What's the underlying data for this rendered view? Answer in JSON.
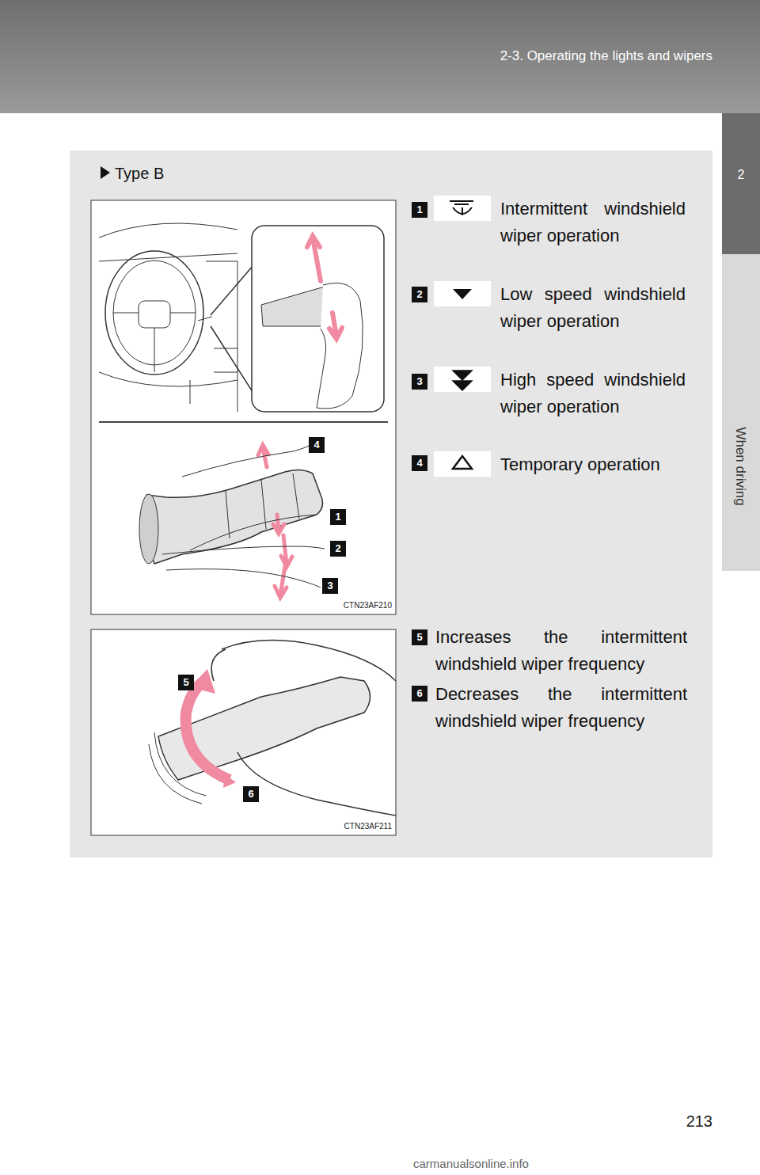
{
  "diagram": {
    "nodes": [
      {
        "text": [
          "2-3. Operating the lights and wipers"
        ]
      },
      {
        "text": [
          "2"
        ]
      },
      {
        "text": [
          "Type B",
          "Intermittent windshield wiper operation",
          "Low speed windshield wiper operation",
          "High speed windshield wiper operation",
          "Temporary operation",
          "Increases the intermittent windshield wiper frequency",
          "Decreases the intermittent windshield wiper frequency"
        ]
      }
    ],
    "labels": [
      "When driving",
      "4",
      "1",
      "2",
      "3",
      "CTN23AF210",
      "5",
      "6",
      "CTN23AF211",
      "1",
      "2",
      "3",
      "4",
      "5",
      "6",
      "213",
      "carmanualsonline.info"
    ]
  }
}
